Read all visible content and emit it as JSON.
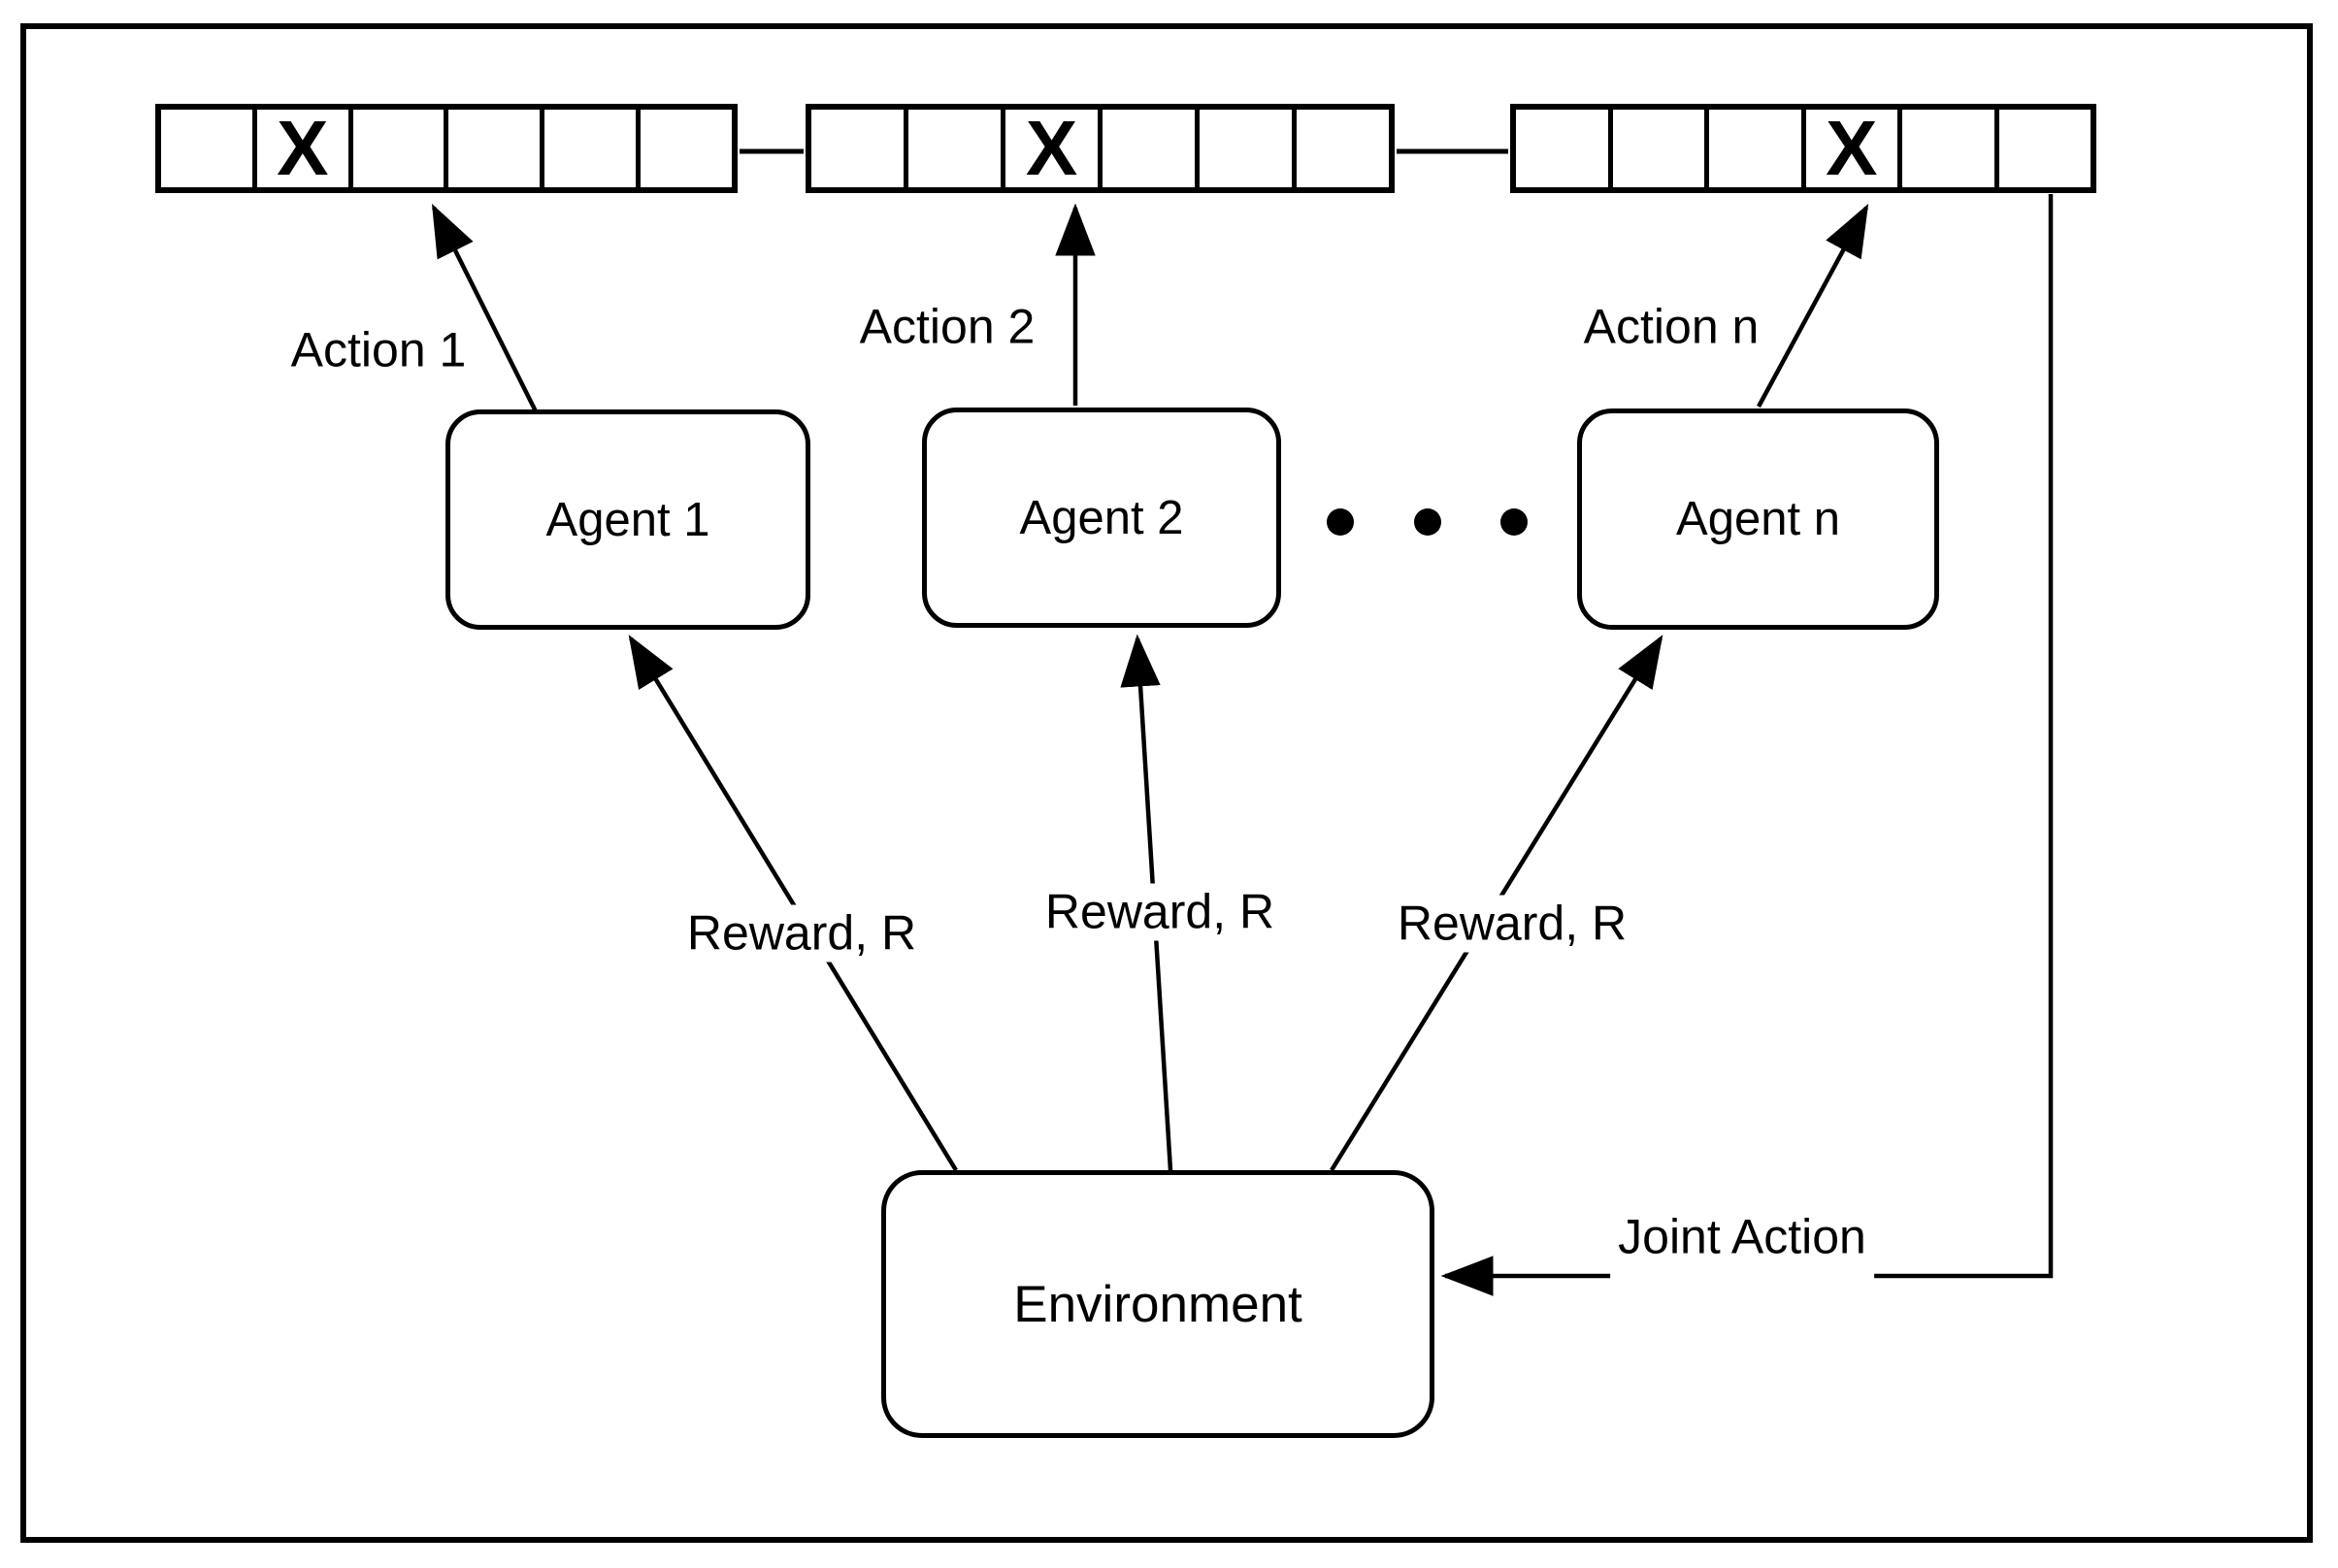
{
  "colors": {
    "ink": "#000000",
    "paper": "#ffffff"
  },
  "arrays": [
    {
      "name": "action-array-1",
      "cells": [
        "",
        "X",
        "",
        "",
        "",
        ""
      ]
    },
    {
      "name": "action-array-2",
      "cells": [
        "",
        "",
        "X",
        "",
        "",
        ""
      ]
    },
    {
      "name": "action-array-3",
      "cells": [
        "",
        "",
        "",
        "X",
        "",
        ""
      ]
    }
  ],
  "agents": [
    {
      "label": "Agent 1"
    },
    {
      "label": "Agent 2"
    },
    {
      "label": "Agent n"
    }
  ],
  "environment": {
    "label": "Environment"
  },
  "labels": {
    "action_1": "Action 1",
    "action_2": "Action 2",
    "action_n": "Action n",
    "reward_1": "Reward, R",
    "reward_2": "Reward, R",
    "reward_3": "Reward, R",
    "joint_action": "Joint Action"
  },
  "ellipsis_dot_count": 3,
  "edges": [
    {
      "from": "Agent 1",
      "to": "action-array-1",
      "label": "Action 1"
    },
    {
      "from": "Agent 2",
      "to": "action-array-2",
      "label": "Action 2"
    },
    {
      "from": "Agent n",
      "to": "action-array-3",
      "label": "Action n"
    },
    {
      "from": "Environment",
      "to": "Agent 1",
      "label": "Reward, R"
    },
    {
      "from": "Environment",
      "to": "Agent 2",
      "label": "Reward, R"
    },
    {
      "from": "Environment",
      "to": "Agent n",
      "label": "Reward, R"
    },
    {
      "from": "action-array-3",
      "to": "Environment",
      "label": "Joint Action"
    }
  ]
}
